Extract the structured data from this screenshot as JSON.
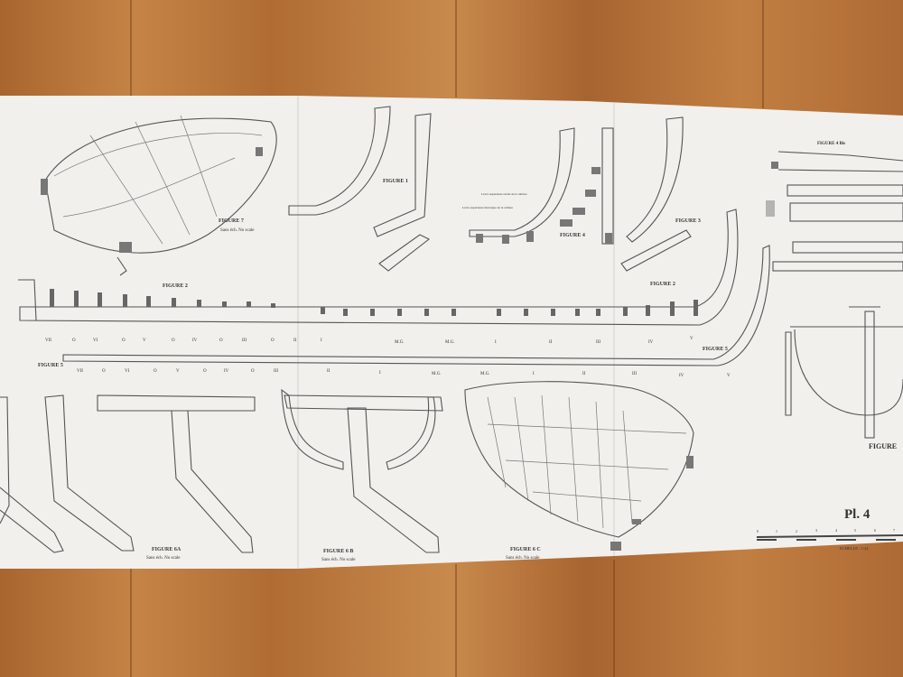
{
  "colors": {
    "wood": "#b8743a",
    "paper": "#f1f0ec",
    "ink": "#444444"
  },
  "plate": {
    "title": "Pl. 4",
    "scale_label": "ECHELLE : 1/24",
    "scale_ticks": [
      "0",
      "1",
      "2",
      "3",
      "4",
      "5",
      "6",
      "7"
    ]
  },
  "figures": {
    "fig7": {
      "title": "FIGURE 7",
      "note": "Sans éch. No scale"
    },
    "fig1": {
      "title": "FIGURE 1"
    },
    "fig4": {
      "title": "FIGURE 4",
      "note_real": "Lèvre supérieure réelle de la rablure",
      "note_theory": "Lèvre supérieure théorique de la rablure"
    },
    "fig3": {
      "title": "FIGURE 3"
    },
    "fig2a": {
      "title": "FIGURE 2"
    },
    "fig2b": {
      "title": "FIGURE 2"
    },
    "fig5a": {
      "title": "FIGURE 5"
    },
    "fig5b": {
      "title": "FIGURE 5"
    },
    "fig4bis": {
      "title": "FIGURE 4 Bis"
    },
    "fig6a": {
      "title": "FIGURE 6A",
      "note": "Sans éch. No scale"
    },
    "fig6b": {
      "title": "FIGURE 6 B",
      "note": "Sans éch. No scale"
    },
    "fig6c": {
      "title": "FIGURE 6 C",
      "note": "Sans éch. No scale"
    },
    "fig8": {
      "title": "FIGURE"
    }
  },
  "frame_labels_upper": [
    "VII",
    "O",
    "VI",
    "O",
    "V",
    "O",
    "IV",
    "O",
    "III",
    "O",
    "II",
    "I",
    "M.G.",
    "M.G.",
    "I",
    "II",
    "III",
    "IV",
    "V"
  ],
  "frame_labels_lower": [
    "VII",
    "O",
    "VI",
    "O",
    "V",
    "O",
    "IV",
    "O",
    "III",
    "II",
    "I",
    "M.G.",
    "M.G.",
    "I",
    "II",
    "III",
    "IV",
    "V"
  ]
}
